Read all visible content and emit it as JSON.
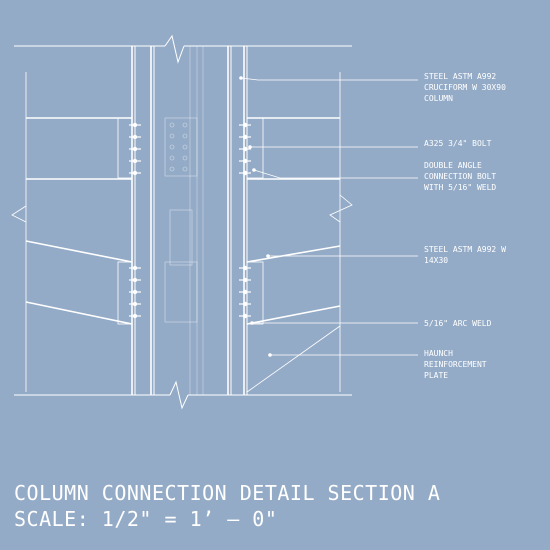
{
  "colors": {
    "background": "#94abc7",
    "line": "#ffffff"
  },
  "callouts": [
    {
      "id": "column",
      "lines": [
        "STEEL ASTM A992",
        "CRUCIFORM W 30X90",
        "COLUMN"
      ]
    },
    {
      "id": "bolt",
      "lines": [
        "A325 3/4\" BOLT"
      ]
    },
    {
      "id": "double-angle",
      "lines": [
        "DOUBLE ANGLE",
        "CONNECTION BOLT",
        "WITH 5/16\" WELD"
      ]
    },
    {
      "id": "beam",
      "lines": [
        "STEEL ASTM A992 W",
        "14X30"
      ]
    },
    {
      "id": "arc-weld",
      "lines": [
        "5/16\" ARC WELD"
      ]
    },
    {
      "id": "haunch",
      "lines": [
        "HAUNCH",
        "REINFORCEMENT",
        "PLATE"
      ]
    }
  ],
  "title": {
    "line1": "COLUMN CONNECTION DETAIL SECTION A",
    "line2": "SCALE: 1/2\" = 1’ – 0\""
  }
}
